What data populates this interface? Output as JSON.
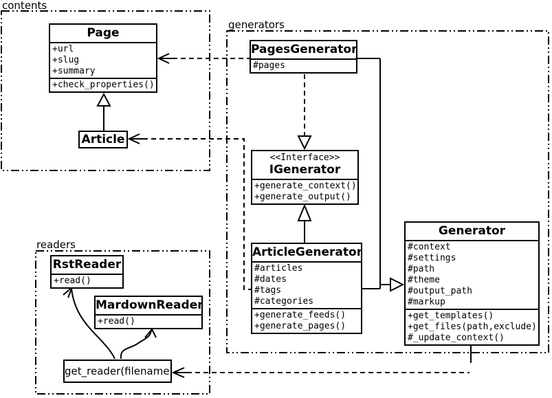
{
  "diagram": {
    "background_color": "#ffffff",
    "line_color": "#000000"
  },
  "packages": {
    "contents": {
      "label": "contents"
    },
    "generators": {
      "label": "generators"
    },
    "readers": {
      "label": "readers"
    }
  },
  "classes": {
    "page": {
      "name": "Page",
      "attrs": [
        "+url",
        "+slug",
        "+summary"
      ],
      "methods": [
        "+check_properties()"
      ]
    },
    "article": {
      "name": "Article"
    },
    "pages_generator": {
      "name": "PagesGenerator",
      "attrs": [
        "#pages"
      ]
    },
    "igenerator": {
      "stereotype": "<<Interface>>",
      "name": "IGenerator",
      "methods": [
        "+generate_context()",
        "+generate_output()"
      ]
    },
    "article_generator": {
      "name": "ArticleGenerator",
      "attrs": [
        "#articles",
        "#dates",
        "#tags",
        "#categories"
      ],
      "methods": [
        "+generate_feeds()",
        "+generate_pages()"
      ]
    },
    "generator": {
      "name": "Generator",
      "attrs": [
        "#context",
        "#settings",
        "#path",
        "#theme",
        "#output_path",
        "#markup"
      ],
      "methods": [
        "+get_templates()",
        "+get_files(path,exclude)",
        "#_update_context()"
      ]
    },
    "rst_reader": {
      "name": "RstReader",
      "methods": [
        "+read()"
      ]
    },
    "mardown_reader": {
      "name": "MardownReader",
      "methods": [
        "+read()"
      ]
    },
    "get_reader": {
      "label": "get_reader(filename)"
    }
  },
  "relations": [
    {
      "from": "Article",
      "to": "Page",
      "type": "inheritance"
    },
    {
      "from": "PagesGenerator",
      "to": "Page",
      "type": "dependency"
    },
    {
      "from": "ArticleGenerator",
      "to": "Article",
      "type": "dependency"
    },
    {
      "from": "PagesGenerator",
      "to": "IGenerator",
      "type": "realization"
    },
    {
      "from": "ArticleGenerator",
      "to": "IGenerator",
      "type": "inheritance"
    },
    {
      "from": "PagesGenerator",
      "to": "Generator",
      "type": "inheritance"
    },
    {
      "from": "ArticleGenerator",
      "to": "Generator",
      "type": "inheritance"
    },
    {
      "from": "Generator",
      "to": "get_reader(filename)",
      "type": "dependency"
    },
    {
      "from": "get_reader(filename)",
      "to": "RstReader",
      "type": "association"
    },
    {
      "from": "get_reader(filename)",
      "to": "MardownReader",
      "type": "association"
    }
  ]
}
